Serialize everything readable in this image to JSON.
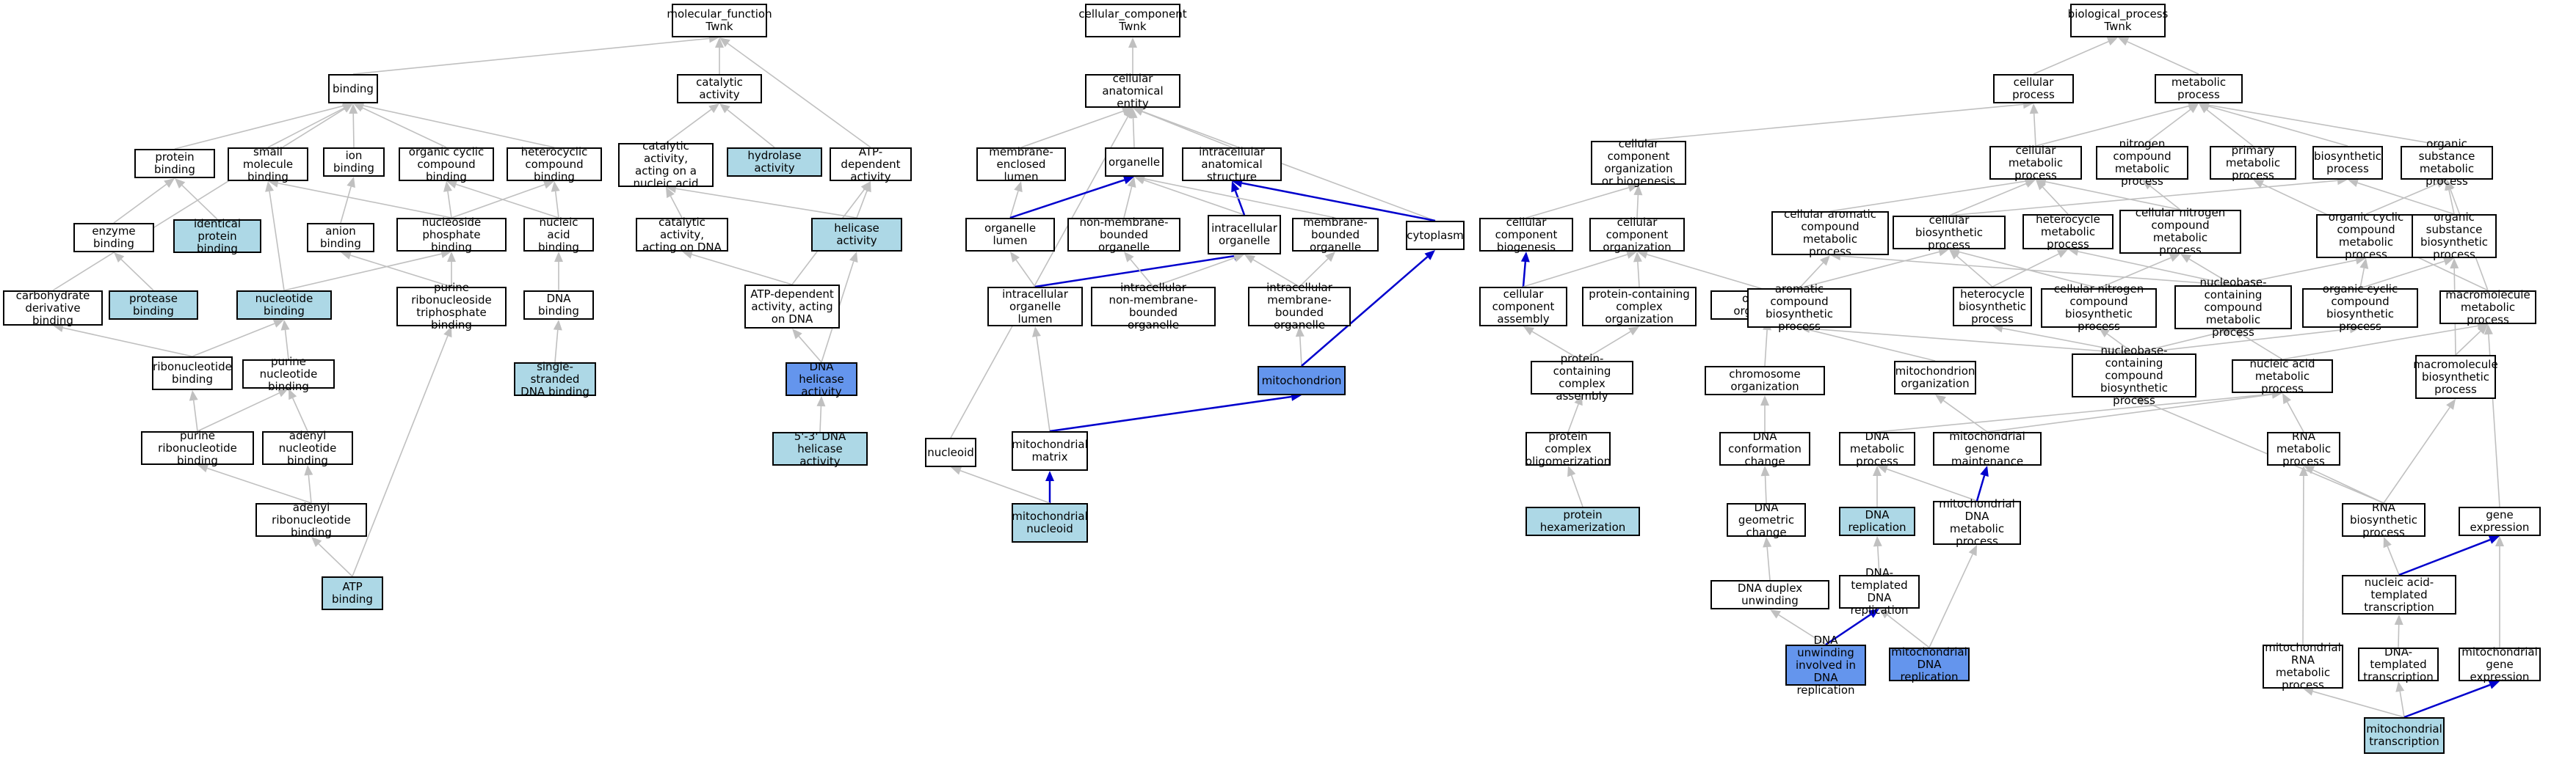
{
  "colors": {
    "annotated_fill": "#add8e6",
    "query_fill": "#6495ed",
    "edge_is_a": "#c0c0c0",
    "edge_part_of": "#0000cd"
  },
  "nodes": {
    "mf_root": "molecular_function\nTwnk",
    "cc_root": "cellular_component\nTwnk",
    "bp_root": "biological_process\nTwnk",
    "binding": "binding",
    "catalytic_activity": "catalytic activity",
    "cellular_anatomical_entity": "cellular anatomical\nentity",
    "cellular_process": "cellular process",
    "metabolic_process": "metabolic process",
    "protein_binding": "protein binding",
    "small_molecule_binding": "small molecule\nbinding",
    "ion_binding": "ion binding",
    "organic_cyclic_compound_binding": "organic cyclic\ncompound binding",
    "heterocyclic_compound_binding": "heterocyclic\ncompound binding",
    "catalytic_activity_nucleic_acid": "catalytic activity,\nacting on a\nnucleic acid",
    "hydrolase_activity": "hydrolase activity",
    "atp_dependent_activity": "ATP-dependent\nactivity",
    "membrane_enclosed_lumen": "membrane-enclosed\nlumen",
    "organelle": "organelle",
    "intracellular_anatomical_structure": "intracellular\nanatomical structure",
    "cc_organization_or_biogenesis": "cellular component\norganization\nor biogenesis",
    "cellular_metabolic_process": "cellular metabolic\nprocess",
    "nitrogen_compound_metabolic_process": "nitrogen compound\nmetabolic process",
    "primary_metabolic_process": "primary metabolic\nprocess",
    "biosynthetic_process": "biosynthetic\nprocess",
    "organic_substance_metabolic_process": "organic substance\nmetabolic process",
    "enzyme_binding": "enzyme binding",
    "identical_protein_binding": "identical protein\nbinding",
    "anion_binding": "anion binding",
    "nucleoside_phosphate_binding": "nucleoside phosphate\nbinding",
    "nucleic_acid_binding": "nucleic acid\nbinding",
    "catalytic_activity_dna": "catalytic activity,\nacting on DNA",
    "helicase_activity": "helicase activity",
    "organelle_lumen": "organelle lumen",
    "non_membrane_bounded_organelle": "non-membrane-bounded\norganelle",
    "intracellular_organelle": "intracellular\norganelle",
    "membrane_bounded_organelle": "membrane-bounded\norganelle",
    "cytoplasm": "cytoplasm",
    "cc_biogenesis": "cellular component\nbiogenesis",
    "cc_organization": "cellular component\norganization",
    "cellular_aromatic_compound_metabolic_process": "cellular aromatic\ncompound metabolic\nprocess",
    "cellular_biosynthetic_process": "cellular biosynthetic\nprocess",
    "heterocycle_metabolic_process": "heterocycle\nmetabolic process",
    "cellular_nitrogen_compound_metabolic_process": "cellular nitrogen\ncompound metabolic\nprocess",
    "organic_cyclic_compound_metabolic_process": "organic cyclic\ncompound metabolic\nprocess",
    "organic_substance_biosynthetic_process": "organic substance\nbiosynthetic\nprocess",
    "carbohydrate_derivative_binding": "carbohydrate\nderivative binding",
    "protease_binding": "protease binding",
    "nucleotide_binding": "nucleotide binding",
    "purine_ribonucleoside_triphosphate_binding": "purine ribonucleoside\ntriphosphate\nbinding",
    "dna_binding": "DNA binding",
    "atp_dependent_activity_dna": "ATP-dependent\nactivity, acting\non DNA",
    "intracellular_organelle_lumen": "intracellular\norganelle lumen",
    "intracellular_non_membrane_bounded_organelle": "intracellular\nnon-membrane-bounded\norganelle",
    "intracellular_membrane_bounded_organelle": "intracellular\nmembrane-bounded\norganelle",
    "cc_assembly": "cellular component\nassembly",
    "protein_containing_complex_organization": "protein-containing\ncomplex organization",
    "organelle_organization": "organelle organization",
    "aromatic_compound_biosynthetic_process": "aromatic compound\nbiosynthetic\nprocess",
    "heterocycle_biosynthetic_process": "heterocycle\nbiosynthetic\nprocess",
    "cellular_nitrogen_compound_biosynthetic_process": "cellular nitrogen\ncompound biosynthetic\nprocess",
    "nucleobase_containing_compound_metabolic_process": "nucleobase-containing\ncompound metabolic\nprocess",
    "organic_cyclic_compound_biosynthetic_process": "organic cyclic\ncompound biosynthetic\nprocess",
    "macromolecule_metabolic_process": "macromolecule\nmetabolic process",
    "ribonucleotide_binding": "ribonucleotide\nbinding",
    "purine_nucleotide_binding": "purine nucleotide\nbinding",
    "single_stranded_dna_binding": "single-stranded\nDNA binding",
    "dna_helicase_activity": "DNA helicase\nactivity",
    "mitochondrion": "mitochondrion",
    "protein_containing_complex_assembly": "protein-containing\ncomplex assembly",
    "chromosome_organization": "chromosome organization",
    "mitochondrion_organization": "mitochondrion\norganization",
    "nucleobase_containing_compound_biosynthetic_process": "nucleobase-containing\ncompound biosynthetic\nprocess",
    "nucleic_acid_metabolic_process": "nucleic acid\nmetabolic process",
    "macromolecule_biosynthetic_process": "macromolecule\nbiosynthetic\nprocess",
    "purine_ribonucleotide_binding": "purine ribonucleotide\nbinding",
    "adenyl_nucleotide_binding": "adenyl nucleotide\nbinding",
    "dna_helicase_5_3": "5'-3' DNA helicase\nactivity",
    "nucleoid": "nucleoid",
    "mitochondrial_matrix": "mitochondrial\nmatrix",
    "protein_complex_oligomerization": "protein complex\noligomerization",
    "dna_conformation_change": "DNA conformation\nchange",
    "dna_metabolic_process": "DNA metabolic\nprocess",
    "mitochondrial_genome_maintenance": "mitochondrial\ngenome maintenance",
    "rna_metabolic_process": "RNA metabolic\nprocess",
    "adenyl_ribonucleotide_binding": "adenyl ribonucleotide\nbinding",
    "mitochondrial_nucleoid": "mitochondrial\nnucleoid",
    "protein_hexamerization": "protein hexamerization",
    "dna_geometric_change": "DNA geometric\nchange",
    "dna_replication": "DNA replication",
    "mitochondrial_dna_metabolic_process": "mitochondrial\nDNA metabolic\nprocess",
    "rna_biosynthetic_process": "RNA biosynthetic\nprocess",
    "gene_expression": "gene expression",
    "atp_binding": "ATP binding",
    "dna_duplex_unwinding": "DNA duplex unwinding",
    "dna_templated_dna_replication": "DNA-templated\nDNA replication",
    "nucleic_acid_templated_transcription": "nucleic acid-templated\ntranscription",
    "dna_unwinding_replication": "DNA unwinding\ninvolved in\nDNA replication",
    "mitochondrial_dna_replication": "mitochondrial\nDNA replication",
    "mitochondrial_rna_metabolic_process": "mitochondrial\nRNA metabolic\nprocess",
    "dna_templated_transcription": "DNA-templated\ntranscription",
    "mitochondrial_gene_expression": "mitochondrial\ngene expression",
    "mitochondrial_transcription": "mitochondrial\ntranscription"
  }
}
